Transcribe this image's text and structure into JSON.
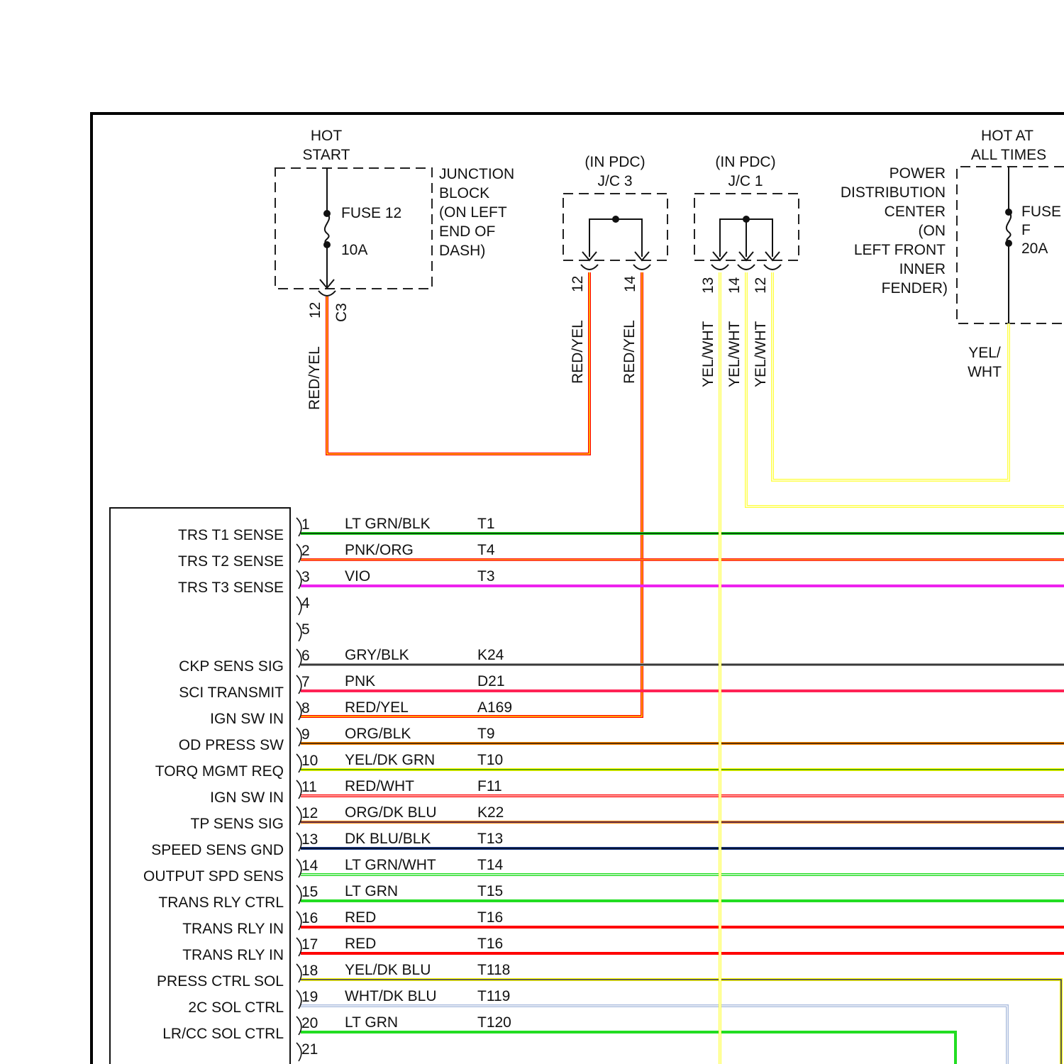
{
  "colors": {
    "RED_YEL": {
      "base": "#ff0000",
      "stripe": "#ffff00"
    },
    "YEL_WHT": {
      "base": "#ffff44",
      "stripe": "#ffffff"
    },
    "LT_GRN_BLK": {
      "base": "#22dd22",
      "stripe": "#000000"
    },
    "PNK_ORG": {
      "base": "#ff3030",
      "stripe": "#ff9900"
    },
    "VIO": {
      "base": "#ee22ee",
      "stripe": "#ee22ee"
    },
    "GRY_BLK": {
      "base": "#999999",
      "stripe": "#000000"
    },
    "PNK": {
      "base": "#ff2255",
      "stripe": "#ff2255"
    },
    "ORG_BLK": {
      "base": "#ff8800",
      "stripe": "#000000"
    },
    "YEL_DK_GRN": {
      "base": "#ffff00",
      "stripe": "#007700"
    },
    "RED_WHT": {
      "base": "#ff0000",
      "stripe": "#ffffff"
    },
    "ORG_DK_BLU": {
      "base": "#ff8800",
      "stripe": "#000088"
    },
    "DK_BLU_BLK": {
      "base": "#1a3a8a",
      "stripe": "#000000"
    },
    "LT_GRN_WHT": {
      "base": "#22dd22",
      "stripe": "#ffffff"
    },
    "LT_GRN": {
      "base": "#22dd22",
      "stripe": "#22dd22"
    },
    "RED": {
      "base": "#ff0000",
      "stripe": "#ff0000"
    },
    "YEL_DK_BLU": {
      "base": "#ffff00",
      "stripe": "#000088"
    },
    "WHT_DK_BLU": {
      "base": "#aabbdd",
      "stripe": "#ffffff"
    }
  },
  "junction_block": {
    "hot_label": [
      "HOT",
      "START"
    ],
    "fuse_name": "FUSE 12",
    "fuse_rating": "10A",
    "description": [
      "JUNCTION",
      "BLOCK",
      "(ON LEFT",
      "END OF",
      "DASH)"
    ],
    "pin": "12",
    "connector": "C3",
    "wire_color": "RED/YEL"
  },
  "jc3": {
    "location": "(IN PDC)",
    "name": "J/C 3",
    "pins": [
      {
        "pin": "12",
        "wire": "RED/YEL"
      },
      {
        "pin": "14",
        "wire": "RED/YEL"
      }
    ]
  },
  "jc1": {
    "location": "(IN PDC)",
    "name": "J/C 1",
    "pins": [
      {
        "pin": "13",
        "wire": "YEL/WHT"
      },
      {
        "pin": "14",
        "wire": "YEL/WHT"
      },
      {
        "pin": "12",
        "wire": "YEL/WHT"
      }
    ]
  },
  "pdc": {
    "hot_label": [
      "HOT AT",
      "ALL TIMES"
    ],
    "description": [
      "POWER",
      "DISTRIBUTION",
      "CENTER",
      "(ON",
      "LEFT FRONT",
      "INNER",
      "FENDER)"
    ],
    "fuse_name": [
      "FUSE",
      "F"
    ],
    "fuse_rating": "20A",
    "wire_color": [
      "YEL/",
      "WHT"
    ]
  },
  "module_pins": [
    {
      "pin": "1",
      "function": "TRS T1 SENSE",
      "wire": "LT GRN/BLK",
      "circuit": "T1",
      "color": "LT_GRN_BLK"
    },
    {
      "pin": "2",
      "function": "TRS T2 SENSE",
      "wire": "PNK/ORG",
      "circuit": "T4",
      "color": "PNK_ORG"
    },
    {
      "pin": "3",
      "function": "TRS T3 SENSE",
      "wire": "VIO",
      "circuit": "T3",
      "color": "VIO"
    },
    {
      "pin": "4",
      "function": "",
      "wire": "",
      "circuit": "",
      "color": ""
    },
    {
      "pin": "5",
      "function": "",
      "wire": "",
      "circuit": "",
      "color": ""
    },
    {
      "pin": "6",
      "function": "CKP SENS SIG",
      "wire": "GRY/BLK",
      "circuit": "K24",
      "color": "GRY_BLK"
    },
    {
      "pin": "7",
      "function": "SCI TRANSMIT",
      "wire": "PNK",
      "circuit": "D21",
      "color": "PNK"
    },
    {
      "pin": "8",
      "function": "IGN SW IN",
      "wire": "RED/YEL",
      "circuit": "A169",
      "color": "RED_YEL"
    },
    {
      "pin": "9",
      "function": "OD PRESS SW",
      "wire": "ORG/BLK",
      "circuit": "T9",
      "color": "ORG_BLK"
    },
    {
      "pin": "10",
      "function": "TORQ MGMT REQ",
      "wire": "YEL/DK GRN",
      "circuit": "T10",
      "color": "YEL_DK_GRN"
    },
    {
      "pin": "11",
      "function": "IGN SW IN",
      "wire": "RED/WHT",
      "circuit": "F11",
      "color": "RED_WHT"
    },
    {
      "pin": "12",
      "function": "TP SENS SIG",
      "wire": "ORG/DK BLU",
      "circuit": "K22",
      "color": "ORG_DK_BLU"
    },
    {
      "pin": "13",
      "function": "SPEED SENS GND",
      "wire": "DK BLU/BLK",
      "circuit": "T13",
      "color": "DK_BLU_BLK"
    },
    {
      "pin": "14",
      "function": "OUTPUT SPD SENS",
      "wire": "LT GRN/WHT",
      "circuit": "T14",
      "color": "LT_GRN_WHT"
    },
    {
      "pin": "15",
      "function": "TRANS RLY CTRL",
      "wire": "LT GRN",
      "circuit": "T15",
      "color": "LT_GRN"
    },
    {
      "pin": "16",
      "function": "TRANS RLY IN",
      "wire": "RED",
      "circuit": "T16",
      "color": "RED"
    },
    {
      "pin": "17",
      "function": "TRANS RLY IN",
      "wire": "RED",
      "circuit": "T16",
      "color": "RED"
    },
    {
      "pin": "18",
      "function": "PRESS CTRL SOL",
      "wire": "YEL/DK BLU",
      "circuit": "T118",
      "color": "YEL_DK_BLU"
    },
    {
      "pin": "19",
      "function": "2C SOL CTRL",
      "wire": "WHT/DK BLU",
      "circuit": "T119",
      "color": "WHT_DK_BLU"
    },
    {
      "pin": "20",
      "function": "LR/CC SOL CTRL",
      "wire": "LT GRN",
      "circuit": "T120",
      "color": "LT_GRN"
    },
    {
      "pin": "21",
      "function": "",
      "wire": "",
      "circuit": "",
      "color": ""
    }
  ]
}
